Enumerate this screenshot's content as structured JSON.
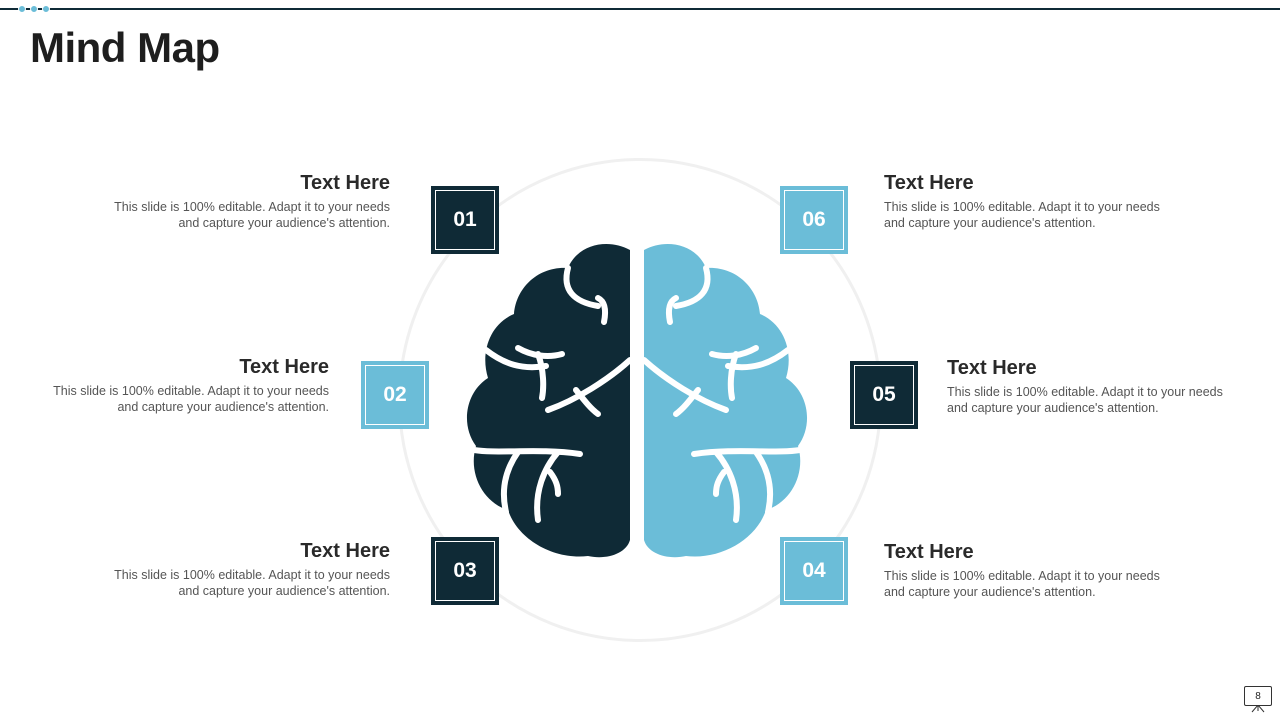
{
  "slide": {
    "title": "Mind Map",
    "page_number": "8"
  },
  "colors": {
    "dark": "#0f2a36",
    "light": "#6bbdd8"
  },
  "items": [
    {
      "number": "01",
      "heading": "Text Here",
      "body": "This slide is 100% editable. Adapt it to your needs and capture your audience's attention.",
      "style": "dark"
    },
    {
      "number": "02",
      "heading": "Text Here",
      "body": "This slide is 100% editable. Adapt it to your needs and capture your audience's attention.",
      "style": "light"
    },
    {
      "number": "03",
      "heading": "Text Here",
      "body": "This slide is 100% editable. Adapt it to your needs and capture your audience's attention.",
      "style": "dark"
    },
    {
      "number": "04",
      "heading": "Text Here",
      "body": "This slide is 100% editable. Adapt it to your needs and capture your audience's attention.",
      "style": "light"
    },
    {
      "number": "05",
      "heading": "Text Here",
      "body": "This slide is 100% editable. Adapt it to your needs and capture your audience's attention.",
      "style": "dark"
    },
    {
      "number": "06",
      "heading": "Text Here",
      "body": "This slide is 100% editable. Adapt it to your needs and capture your audience's attention.",
      "style": "light"
    }
  ],
  "icons": {
    "center": "brain-icon",
    "page": "presentation-screen-icon"
  }
}
